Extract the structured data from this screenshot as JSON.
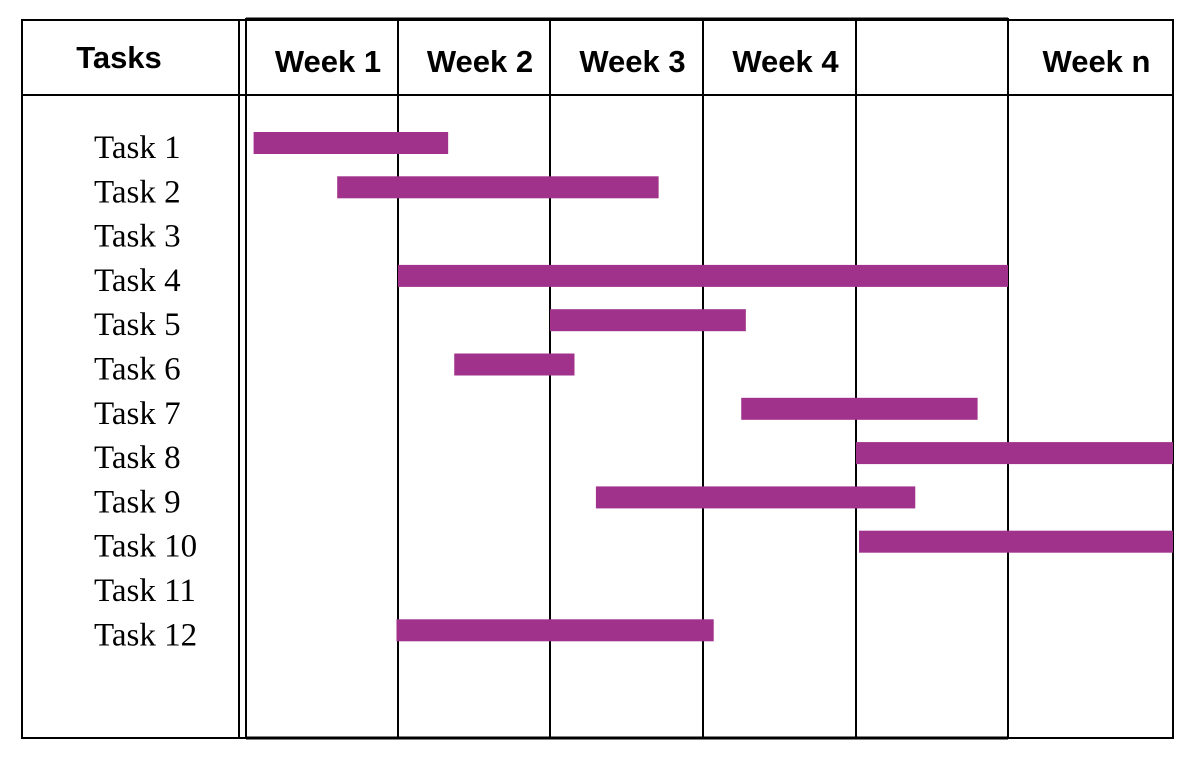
{
  "chart_data": {
    "type": "gantt",
    "title": "",
    "task_column_header": "Tasks",
    "columns": [
      "Week 1",
      "Week 2",
      "Week 3",
      "Week 4",
      "",
      "Week n"
    ],
    "tasks": [
      {
        "label": "Task 1",
        "start": 0.05,
        "end": 1.33
      },
      {
        "label": "Task 2",
        "start": 0.6,
        "end": 2.71
      },
      {
        "label": "Task 3",
        "start": null,
        "end": null
      },
      {
        "label": "Task 4",
        "start": 1.0,
        "end": 5.0
      },
      {
        "label": "Task 5",
        "start": 2.0,
        "end": 3.28
      },
      {
        "label": "Task 6",
        "start": 1.37,
        "end": 2.16
      },
      {
        "label": "Task 7",
        "start": 3.25,
        "end": 4.8
      },
      {
        "label": "Task 8",
        "start": 4.0,
        "end": 6.0
      },
      {
        "label": "Task 9",
        "start": 2.3,
        "end": 4.39
      },
      {
        "label": "Task 10",
        "start": 4.02,
        "end": 6.0
      },
      {
        "label": "Task 11",
        "start": null,
        "end": null
      },
      {
        "label": "Task 12",
        "start": 0.99,
        "end": 3.07
      }
    ],
    "bar_color": "#a0328c",
    "grid": true,
    "legend": "none"
  }
}
